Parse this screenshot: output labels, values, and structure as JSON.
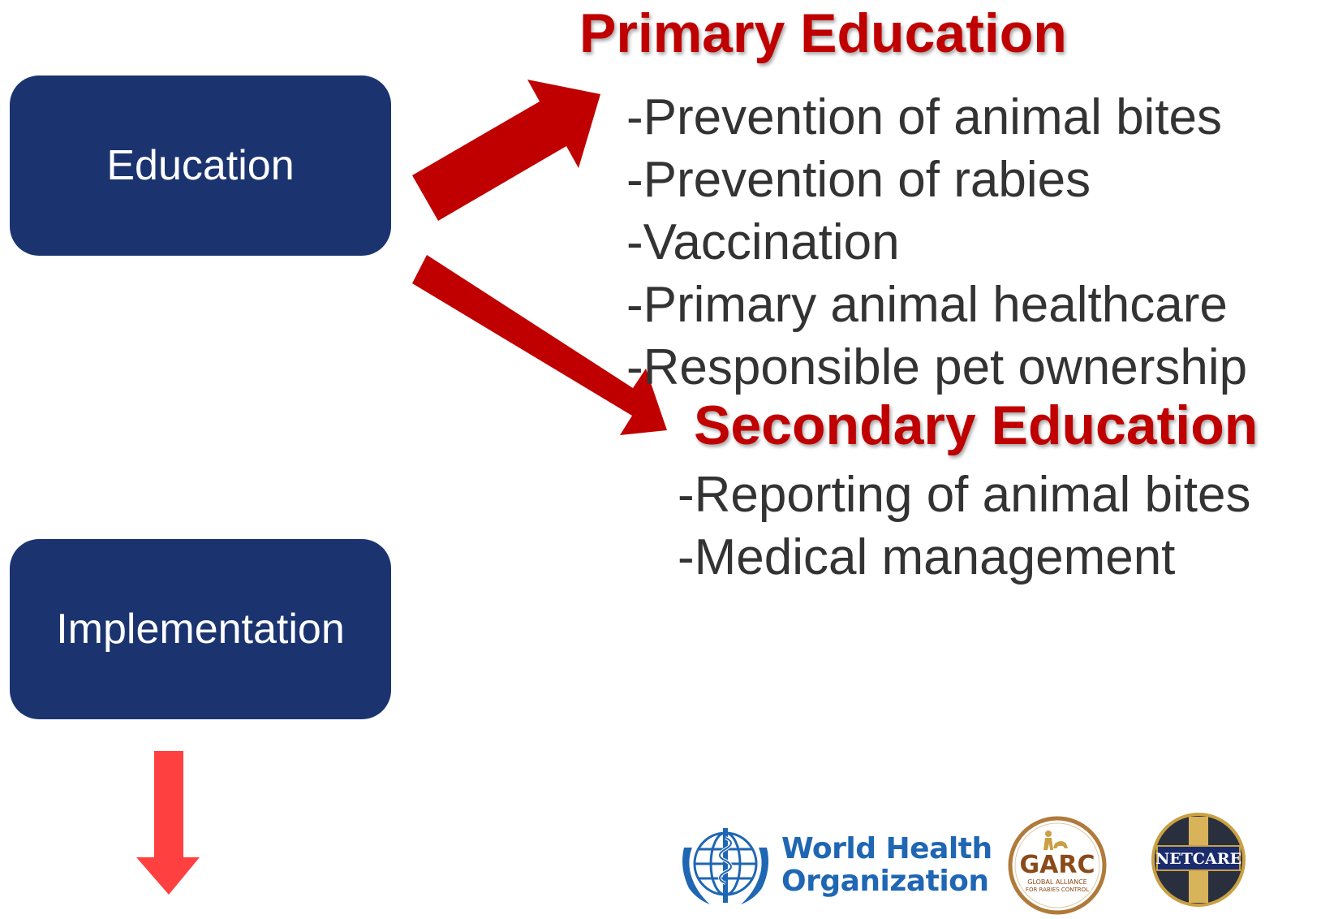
{
  "boxes": {
    "education": "Education",
    "implementation": "Implementation"
  },
  "primary": {
    "heading": "Primary Education",
    "items": [
      "-Prevention of animal bites",
      "-Prevention of rabies",
      "-Vaccination",
      "-Primary animal healthcare",
      "-Responsible pet ownership"
    ]
  },
  "secondary": {
    "heading": "Secondary Education",
    "items": [
      "-Reporting of animal bites",
      "-Medical management"
    ]
  },
  "logos": {
    "who": {
      "line1": "World Health",
      "line2": "Organization"
    },
    "garc": {
      "acronym": "GARC",
      "line1": "GLOBAL ALLIANCE",
      "line2": "FOR RABIES CONTROL"
    },
    "netcare": "NETCARE"
  },
  "colors": {
    "box": "#1b3470",
    "arrow_dark_red": "#c00000",
    "arrow_light_red": "#ff4040",
    "heading_red": "#c00000",
    "body_text": "#333333",
    "who_blue": "#1f66b3"
  }
}
